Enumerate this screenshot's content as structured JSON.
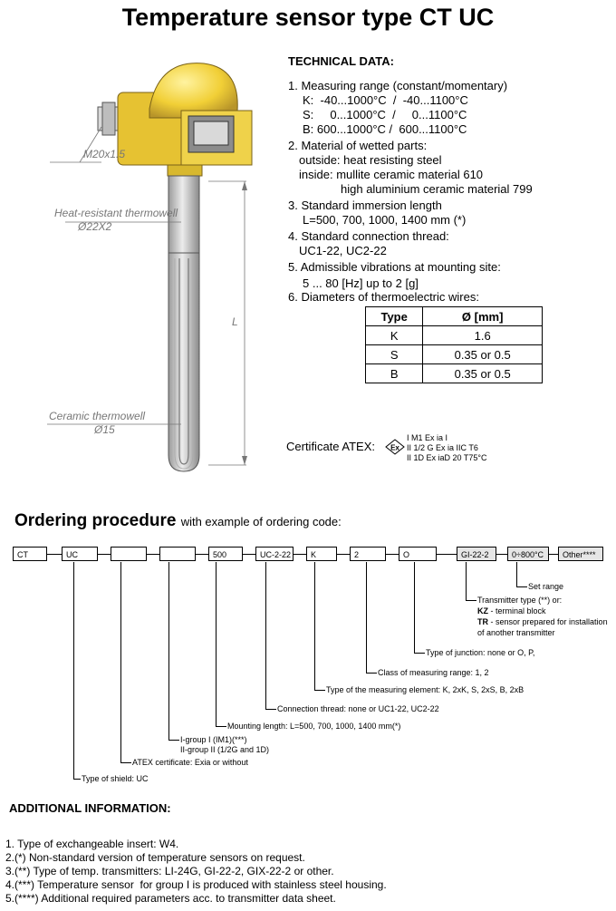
{
  "title": "Temperature sensor type CT UC",
  "technical": {
    "heading": "TECHNICAL DATA:",
    "lines": [
      "1. Measuring range (constant/momentary)",
      "K:  -40...1000°C  /  -40...1100°C",
      "S:     0...1000°C  /     0...1100°C",
      "B: 600...1000°C /  600...1100°C",
      "2. Material of wetted parts:",
      "outside: heat resisting steel",
      "inside: mullite ceramic material 610",
      "high aluminium ceramic material 799",
      "3. Standard immersion length",
      "L=500, 700, 1000, 1400 mm (*)",
      "4. Standard connection thread:",
      "UC1-22, UC2-22",
      "5. Admissible vibrations at mounting site:",
      "5 ... 80 [Hz] up to 2 [g]",
      "6. Diameters of thermoelectric wires:"
    ],
    "table": {
      "headers": [
        "Type",
        "Ø [mm]"
      ],
      "rows": [
        [
          "K",
          "1.6"
        ],
        [
          "S",
          "0.35 or 0.5"
        ],
        [
          "B",
          "0.35 or 0.5"
        ]
      ]
    },
    "atex": {
      "label": "Certificate ATEX:",
      "symbol": "Ex",
      "lines": [
        "I M1 Ex ia I",
        "II 1/2 G Ex ia IIC T6",
        "II 1D Ex iaD 20 T75°C"
      ]
    }
  },
  "drawing": {
    "thread": "M20x1.5",
    "thermowell_label": "Heat-resistant thermowell",
    "thermowell_dia": "Ø22X2",
    "ceramic_label": "Ceramic thermowell",
    "ceramic_dia": "Ø15",
    "length_label": "L",
    "colors": {
      "head": "#f3d23c",
      "head_dark": "#b8952a",
      "tube": "#cfcfcf"
    }
  },
  "ordering": {
    "title": "Ordering procedure",
    "subtitle": "with example of ordering code:",
    "boxes": [
      "CT",
      "UC",
      "",
      "",
      "500",
      "UC-2-22",
      "K",
      "2",
      "O",
      "GI-22-2",
      "0÷800°C",
      "Other****"
    ],
    "labels": {
      "set_range": "Set range",
      "transmitter": "Transmitter type (**) or:",
      "kz_code": "KZ",
      "kz_text": " - terminal block",
      "tr_code": "TR",
      "tr_text": " - sensor prepared for installation",
      "tr_text2": "of another transmitter",
      "junction": "Type of junction: none or O, P,",
      "class": "Class of measuring range: 1, 2",
      "element": "Type of the measuring element: K, 2xK, S, 2xS, B, 2xB",
      "thread": "Connection thread: none or UC1-22, UC2-22",
      "length": "Mounting length: L=500, 700, 1000, 1400 mm(*)",
      "igroup": "I-group I (IM1)(***)",
      "igroup2": "II-group II (1/2G and 1D)",
      "atex": "ATEX certificate: Exia or without",
      "shield": "Type of shield: UC"
    }
  },
  "additional": {
    "heading": "ADDITIONAL INFORMATION:",
    "notes": [
      "1. Type of exchangeable insert: W4.",
      "2.(*) Non-standard version of temperature sensors on request.",
      "3.(**) Type of temp. transmitters: LI-24G, GI-22-2, GIX-22-2 or other.",
      "4.(***) Temperature sensor  for group I is produced with stainless steel housing.",
      "5.(****) Additional required parameters acc. to transmitter data sheet."
    ]
  }
}
